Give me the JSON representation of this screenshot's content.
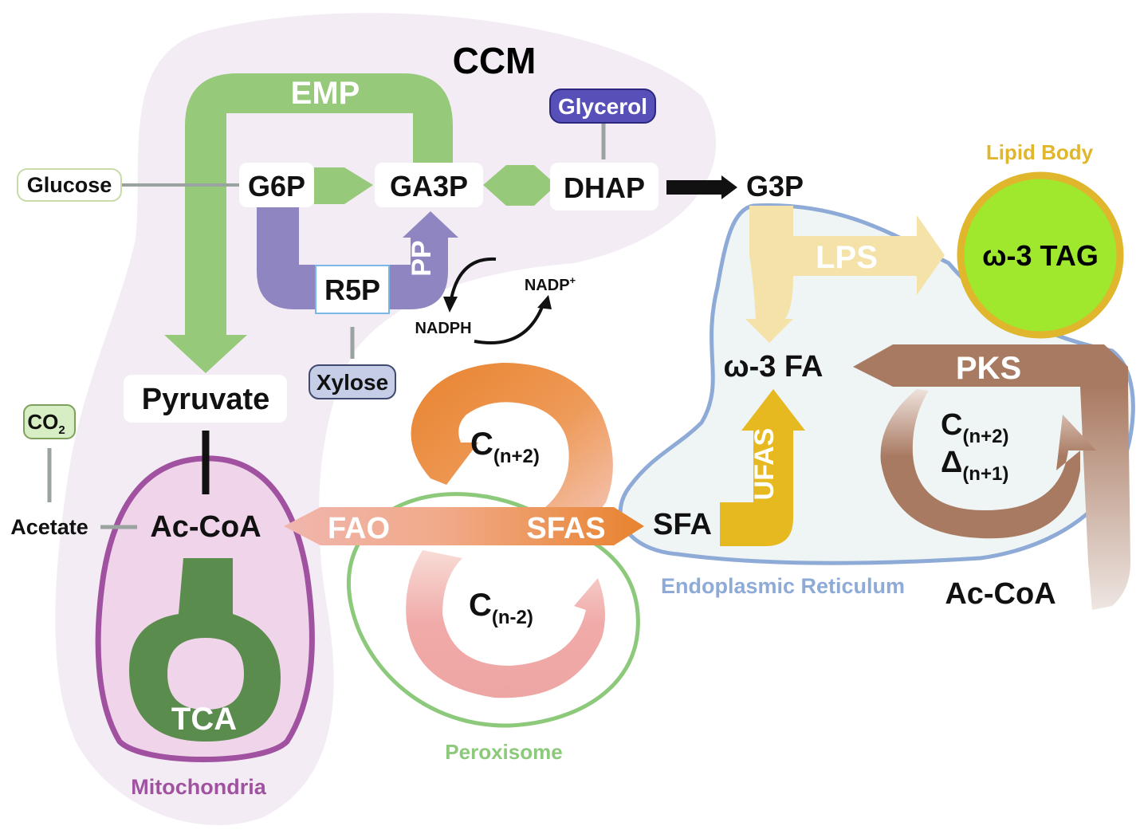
{
  "title": "CCM",
  "compartments": {
    "lipid_body": "Lipid Body",
    "endoplasmic_reticulum": "Endoplasmic Reticulum",
    "peroxisome": "Peroxisome",
    "mitochondria": "Mitochondria"
  },
  "substrates": {
    "glucose": "Glucose",
    "glycerol": "Glycerol",
    "xylose": "Xylose",
    "co2": "CO",
    "co2_sub": "2",
    "acetate": "Acetate"
  },
  "metabolites": {
    "g6p": "G6P",
    "ga3p": "GA3P",
    "dhap": "DHAP",
    "g3p": "G3P",
    "r5p": "R5P",
    "pyruvate": "Pyruvate",
    "ac_coa_mito": "Ac-CoA",
    "ac_coa_er": "Ac-CoA",
    "nadph": "NADPH",
    "nadp": "NADP",
    "nadp_sup": "+",
    "omega3_fa": "ω-3 FA",
    "omega3_tag": "ω-3 TAG",
    "sfa": "SFA",
    "c_n2_fas": "C",
    "c_n2_fas_sub": "(n+2)",
    "c_nm2": "C",
    "c_nm2_sub": "(n-2)",
    "c_n2_pks": "C",
    "c_n2_pks_sub": "(n+2)",
    "delta_pks": "Δ",
    "delta_pks_sub": "(n+1)"
  },
  "pathways": {
    "emp": "EMP",
    "pp": "PP",
    "lps": "LPS",
    "pks": "PKS",
    "ufas": "UFAS",
    "sfas": "SFAS",
    "fao": "FAO",
    "tca": "TCA"
  },
  "colors": {
    "ccm_bg": "#f3ecf5",
    "emp": "#96c97a",
    "pp": "#8e85c1",
    "glycerol": "#5750b8",
    "lps": "#f5e2a9",
    "pks": "#a97a62",
    "ufas": "#e7b921",
    "sfas": "#e8832e",
    "fao": "#eea6a4",
    "tca": "#5a8c4d",
    "er_outline": "#8eaad6",
    "er_fill": "#eef5f4",
    "peroxisome": "#8cc97a",
    "mitochondria": "#a052a0",
    "lipid_body_fill": "#9fe82d",
    "lipid_body_ring": "#e0b62c"
  }
}
